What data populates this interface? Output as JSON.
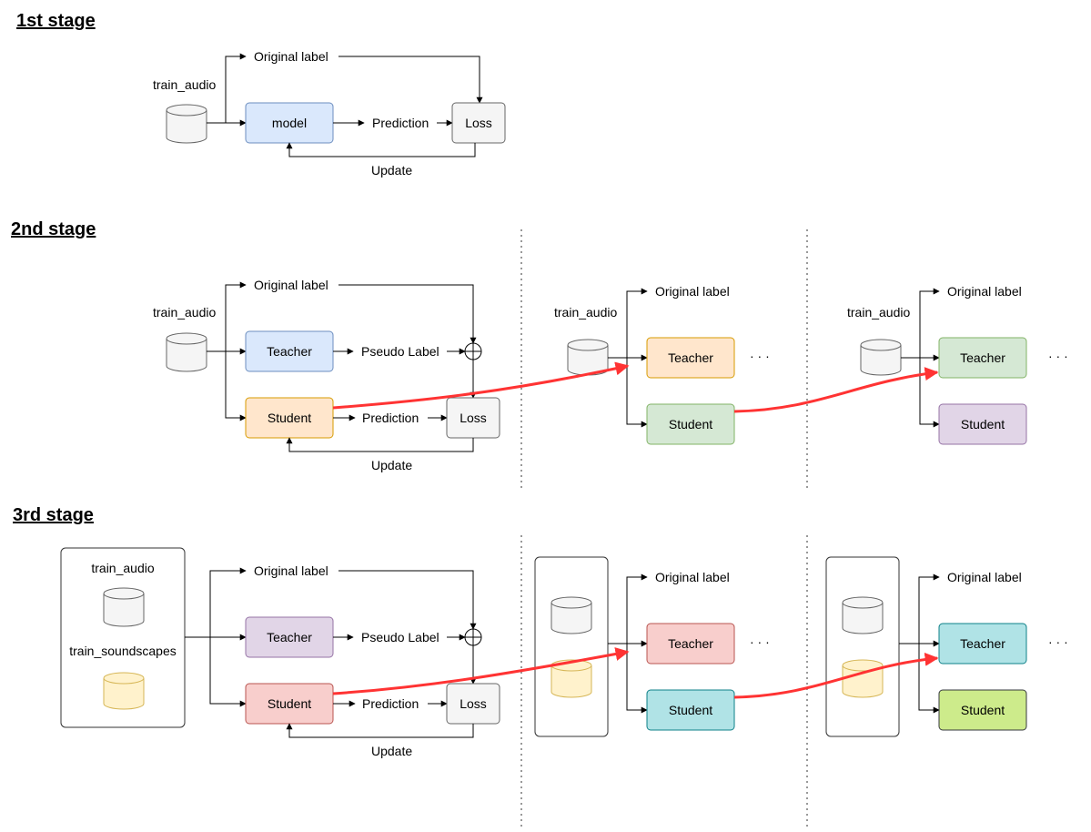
{
  "headings": {
    "stage1": "1st stage",
    "stage2": "2nd stage",
    "stage3": "3rd stage"
  },
  "labels": {
    "train_audio": "train_audio",
    "train_soundscapes": "train_soundscapes",
    "original_label": "Original label",
    "prediction": "Prediction",
    "pseudo_label": "Pseudo Label",
    "update": "Update",
    "ellipsis": "· · ·"
  },
  "boxes": {
    "model": "model",
    "teacher": "Teacher",
    "student": "Student",
    "loss": "Loss"
  },
  "colors": {
    "blue_fill": "#dae8fc",
    "blue_stroke": "#6c8ebf",
    "orange_fill": "#ffe6cc",
    "orange_stroke": "#d79b00",
    "green_fill": "#d5e8d4",
    "green_stroke": "#82b366",
    "purple_fill": "#e1d5e7",
    "purple_stroke": "#9673a6",
    "red_fill": "#f8cecc",
    "red_stroke": "#b85450",
    "cyan_fill": "#b0e3e6",
    "cyan_stroke": "#0e8088",
    "lime_fill": "#cdeb8b",
    "lime_stroke": "#36393d",
    "gray_fill": "#f5f5f5",
    "gray_stroke": "#666666",
    "yellow_fill": "#fff2cc",
    "yellow_stroke": "#d6b656",
    "arrow_red": "#ff3333"
  }
}
